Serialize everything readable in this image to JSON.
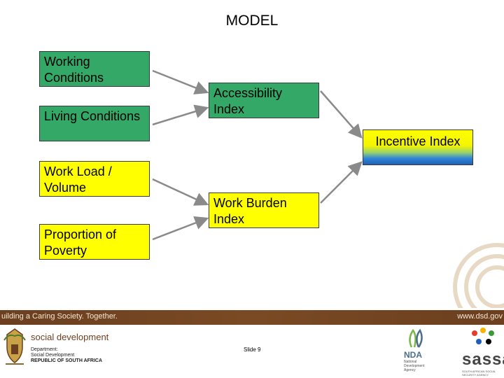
{
  "slide": {
    "title": "MODEL",
    "slide_number": "Slide 9"
  },
  "diagram": {
    "inputs": [
      "Working Conditions",
      "Living Conditions",
      "Work Load / Volume",
      "Proportion of Poverty"
    ],
    "intermediate": [
      "Accessibility Index",
      "Work Burden Index"
    ],
    "output": "Incentive Index",
    "edges": [
      [
        "Working Conditions",
        "Accessibility Index"
      ],
      [
        "Living Conditions",
        "Accessibility Index"
      ],
      [
        "Work Load / Volume",
        "Work Burden Index"
      ],
      [
        "Proportion of Poverty",
        "Work Burden Index"
      ],
      [
        "Accessibility Index",
        "Incentive Index"
      ],
      [
        "Work Burden Index",
        "Incentive Index"
      ]
    ]
  },
  "footer": {
    "tagline": "uilding a Caring Society. Together.",
    "url": "www.dsd.gov",
    "dept_name": "social development",
    "dept_lines": [
      "Department:",
      "Social Development",
      "REPUBLIC OF SOUTH AFRICA"
    ],
    "nda_name": "NDA",
    "nda_lines": [
      "National",
      "Development",
      "Agency"
    ],
    "sassa_name": "sassa",
    "sassa_line": "SOUTH AFRICAN SOCIAL SECURITY AGENCY"
  },
  "colors": {
    "green_box": "#33a867",
    "yellow_box": "#ffff00",
    "banner": "#6b3f1f",
    "arrow": "#8a8a8a"
  }
}
